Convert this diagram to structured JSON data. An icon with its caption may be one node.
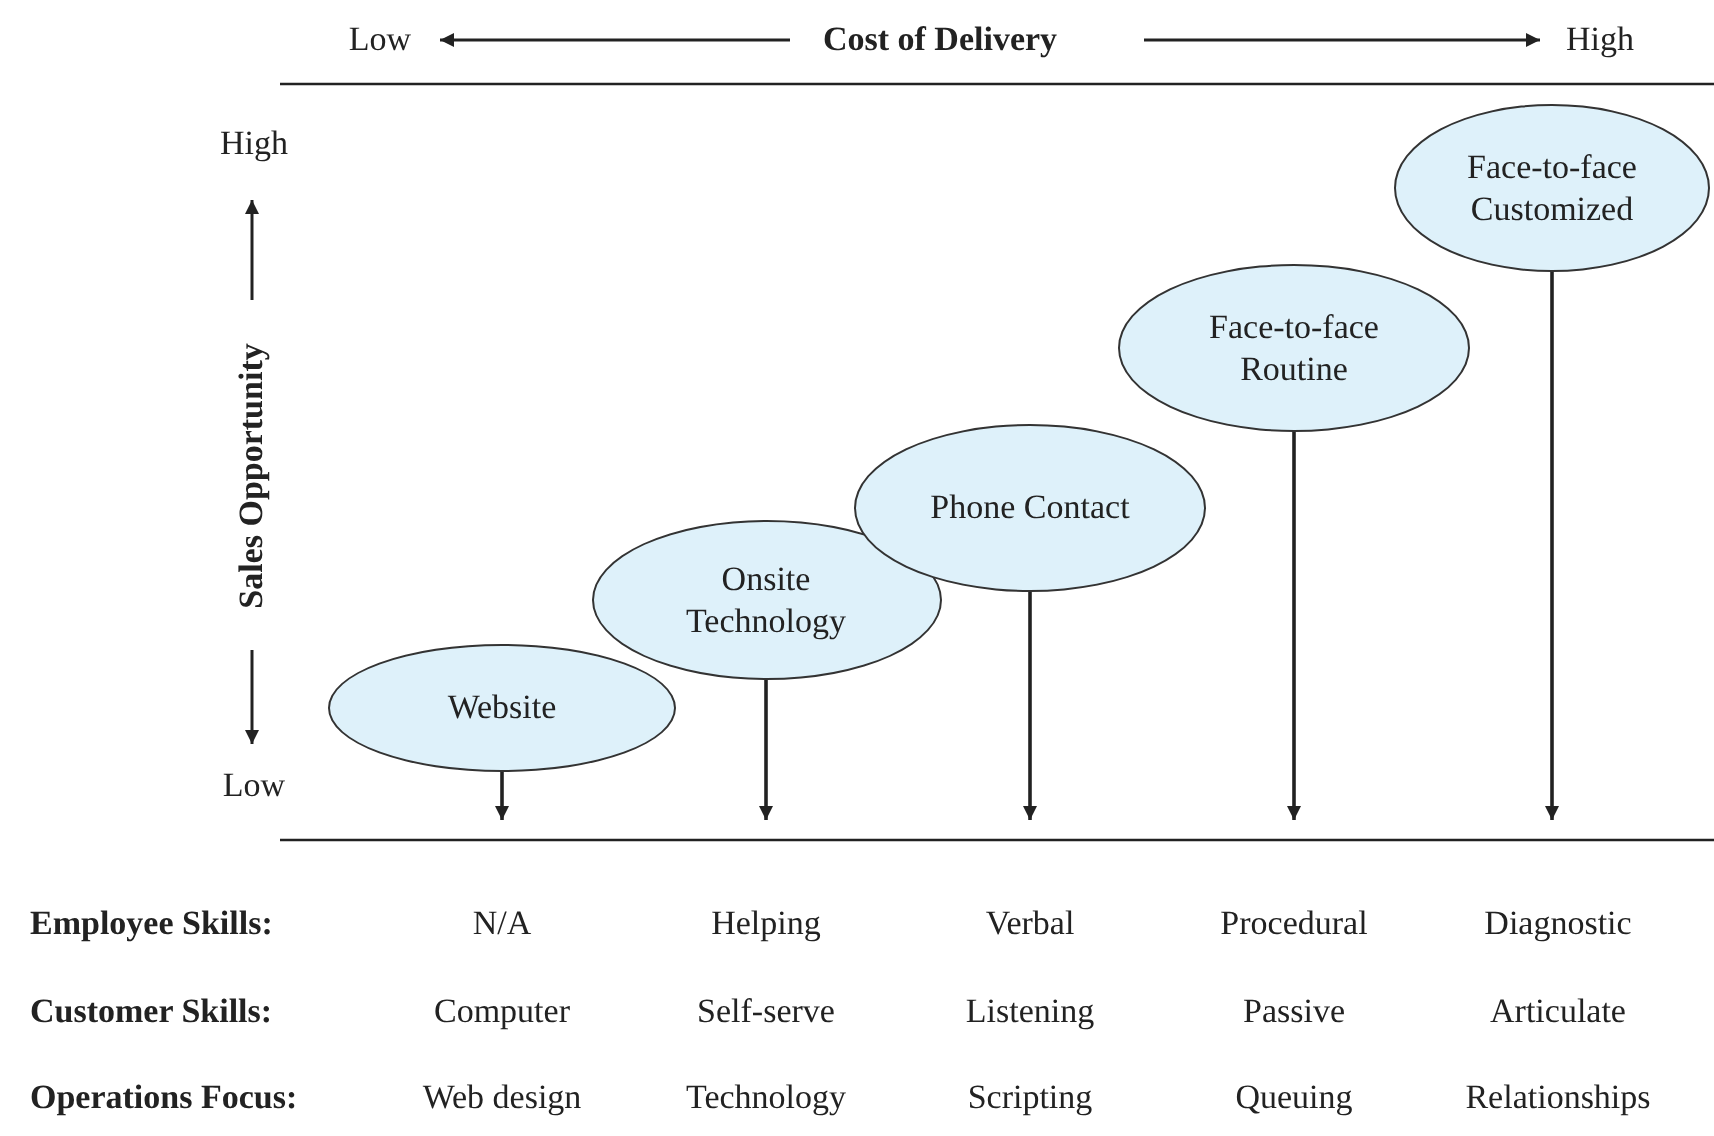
{
  "diagram": {
    "nodes": [
      {
        "text": [
          "Website"
        ]
      },
      {
        "text": [
          "Onsite Technology"
        ]
      },
      {
        "text": [
          "Phone Contact"
        ]
      },
      {
        "text": [
          "Face-to-face Routine"
        ]
      },
      {
        "text": [
          "Face-to-face Customized"
        ]
      }
    ],
    "edges": [
      {
        "from": 0,
        "to": null,
        "arrow": "to"
      },
      {
        "from": 1,
        "to": null,
        "arrow": "to"
      },
      {
        "from": 2,
        "to": null,
        "arrow": "to"
      },
      {
        "from": 3,
        "to": null,
        "arrow": "to"
      },
      {
        "from": 4,
        "to": null,
        "arrow": "to"
      }
    ],
    "labels": [
      "Low",
      "Cost of Delivery",
      "High",
      "High",
      "Sales Opportunity",
      "Low",
      "Employee Skills:",
      "N/A",
      "Helping",
      "Verbal",
      "Procedural",
      "Diagnostic",
      "Customer Skills:",
      "Computer",
      "Self-serve",
      "Listening",
      "Passive",
      "Articulate",
      "Operations Focus:",
      "Web design",
      "Technology",
      "Scripting",
      "Queuing",
      "Relationships"
    ]
  }
}
